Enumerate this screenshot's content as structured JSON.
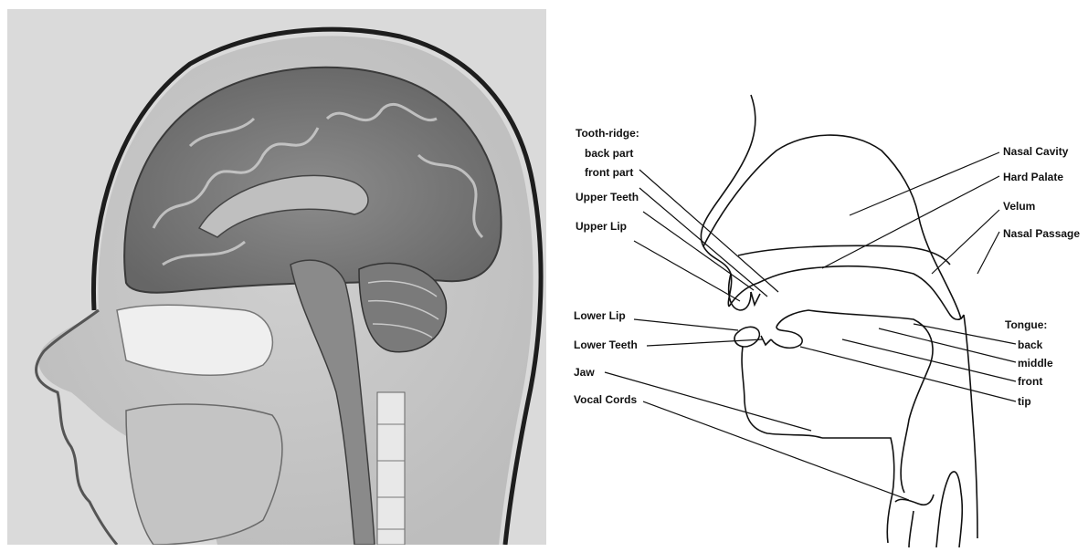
{
  "labels": {
    "tooth_ridge": "Tooth-ridge:",
    "back_part": "back part",
    "front_part": "front part",
    "upper_teeth": "Upper Teeth",
    "upper_lip": "Upper Lip",
    "lower_lip": "Lower Lip",
    "lower_teeth": "Lower Teeth",
    "jaw": "Jaw",
    "vocal_cords": "Vocal Cords",
    "nasal_cavity": "Nasal Cavity",
    "hard_palate": "Hard Palate",
    "velum": "Velum",
    "nasal_passage": "Nasal Passage",
    "tongue": "Tongue:",
    "tongue_back": "back",
    "tongue_middle": "middle",
    "tongue_front": "front",
    "tongue_tip": "tip"
  },
  "colors": {
    "mri_background": "#d9d9d9",
    "brain_gray": "#7a7a7a",
    "line": "#111111"
  }
}
